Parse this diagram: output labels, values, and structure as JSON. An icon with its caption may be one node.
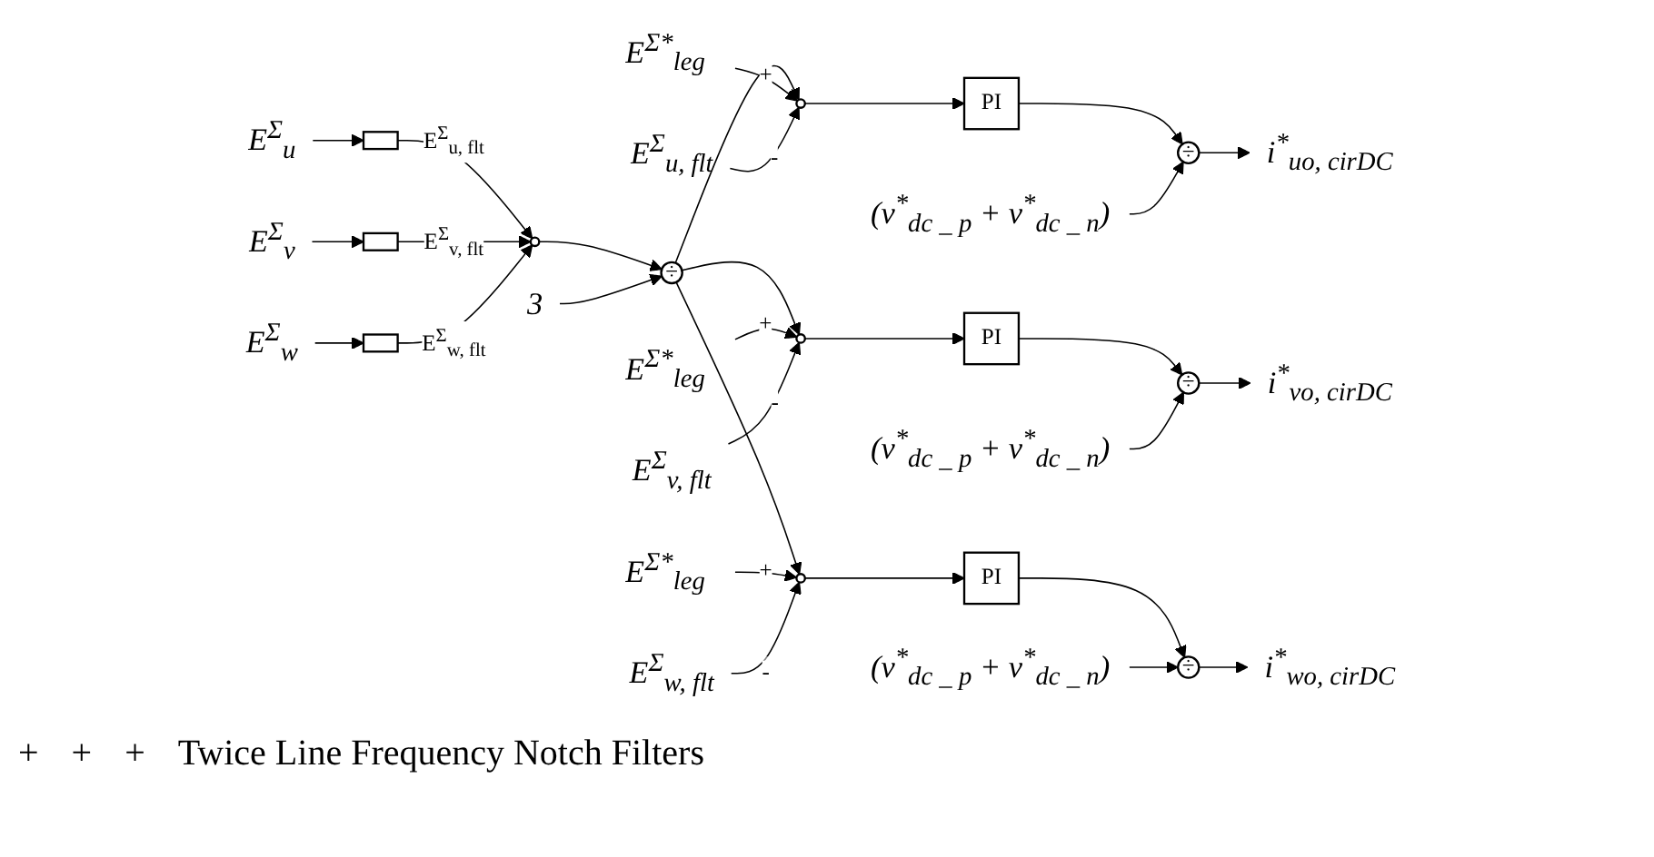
{
  "diagram": {
    "nodes": [
      {
        "text": [
          "E$^{Σ}$$_{u}$"
        ]
      },
      {
        "text": [
          "E$^{Σ}$$_{v}$"
        ]
      },
      {
        "text": [
          "E$^{Σ}$$_{w}$"
        ]
      },
      {
        "text": [],
        "shape": "box"
      },
      {
        "text": [],
        "shape": "box"
      },
      {
        "text": [],
        "shape": "box"
      },
      {
        "text": [],
        "shape": "circle"
      },
      {
        "text": [
          "÷"
        ]
      },
      {
        "text": [
          "3"
        ]
      },
      {
        "text": [
          "E$^{Σ*}$$_{leg}$"
        ]
      },
      {
        "text": [
          "E$^{Σ}$$_{u, flt}$"
        ]
      },
      {
        "text": [],
        "shape": "circle"
      },
      {
        "text": [
          "PI"
        ]
      },
      {
        "text": [
          "÷"
        ]
      },
      {
        "text": [
          "(v$^{*}$$_{dc _ p}$ + v$^{*}$$_{dc _ n}$)"
        ]
      },
      {
        "text": [
          "i$^{*}$$_{uo, cirDC}$"
        ]
      },
      {
        "text": [
          "E$^{Σ*}$$_{leg}$"
        ]
      },
      {
        "text": [
          "E$^{Σ}$$_{v, flt}$"
        ]
      },
      {
        "text": [],
        "shape": "circle"
      },
      {
        "text": [
          "PI"
        ]
      },
      {
        "text": [
          "÷"
        ]
      },
      {
        "text": [
          "(v$^{*}$$_{dc _ p}$ + v$^{*}$$_{dc _ n}$)"
        ]
      },
      {
        "text": [
          "i$^{*}$$_{vo, cirDC}$"
        ]
      },
      {
        "text": [
          "E$^{Σ*}$$_{leg}$"
        ]
      },
      {
        "text": [
          "E$^{Σ}$$_{w, flt}$"
        ]
      },
      {
        "text": [],
        "shape": "circle"
      },
      {
        "text": [
          "PI"
        ]
      },
      {
        "text": [
          "÷"
        ]
      },
      {
        "text": [
          "(v$^{*}$$_{dc _ p}$ + v$^{*}$$_{dc _ n}$)"
        ]
      },
      {
        "text": [
          "i$^{*}$$_{wo, cirDC}$"
        ]
      }
    ],
    "edges": [
      {
        "from": 0,
        "to": 3,
        "arrow": "to"
      },
      {
        "from": 1,
        "to": 4,
        "arrow": "to"
      },
      {
        "from": 2,
        "to": 5,
        "arrow": "to"
      },
      {
        "from": 3,
        "to": 6,
        "arrow": "to",
        "label": "E$^{Σ}$$_{u, flt}$"
      },
      {
        "from": 4,
        "to": 6,
        "arrow": "to",
        "label": "E$^{Σ}$$_{v, flt}$"
      },
      {
        "from": 5,
        "to": 6,
        "arrow": "to",
        "label": "E$^{Σ}$$_{w, flt}$"
      },
      {
        "from": 6,
        "to": 7,
        "arrow": "to"
      },
      {
        "from": 8,
        "to": 7,
        "arrow": "to"
      },
      {
        "from": 7,
        "to": 11,
        "arrow": "to"
      },
      {
        "from": 7,
        "to": 18,
        "arrow": "to"
      },
      {
        "from": 7,
        "to": 25,
        "arrow": "to"
      },
      {
        "from": 9,
        "to": 11,
        "arrow": "to",
        "label": "+"
      },
      {
        "from": 10,
        "to": 11,
        "arrow": "to",
        "label": "-"
      },
      {
        "from": 11,
        "to": 12,
        "arrow": "to"
      },
      {
        "from": 12,
        "to": 13,
        "arrow": "to"
      },
      {
        "from": 14,
        "to": 13,
        "arrow": "to"
      },
      {
        "from": 13,
        "to": 15,
        "arrow": "to"
      },
      {
        "from": 16,
        "to": 18,
        "arrow": "to",
        "label": "+"
      },
      {
        "from": 17,
        "to": 18,
        "arrow": "to",
        "label": "-"
      },
      {
        "from": 18,
        "to": 19,
        "arrow": "to"
      },
      {
        "from": 19,
        "to": 20,
        "arrow": "to"
      },
      {
        "from": 21,
        "to": 20,
        "arrow": "to"
      },
      {
        "from": 20,
        "to": 22,
        "arrow": "to"
      },
      {
        "from": 23,
        "to": 25,
        "arrow": "to",
        "label": "+"
      },
      {
        "from": 24,
        "to": 25,
        "arrow": "to",
        "label": "-"
      },
      {
        "from": 25,
        "to": 26,
        "arrow": "to"
      },
      {
        "from": 26,
        "to": 27,
        "arrow": "to"
      },
      {
        "from": 28,
        "to": 27,
        "arrow": "to"
      },
      {
        "from": 27,
        "to": 29,
        "arrow": "to"
      }
    ],
    "labels": [
      "+",
      "+",
      "+",
      "Twice Line Frequency Notch Filters"
    ]
  }
}
